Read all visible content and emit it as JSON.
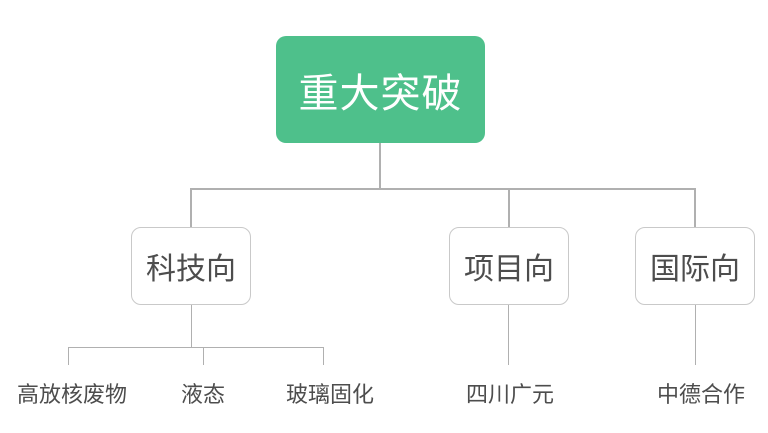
{
  "root": {
    "label": "重大突破"
  },
  "branches": [
    {
      "label": "科技向",
      "children": [
        {
          "label": "高放核废物"
        },
        {
          "label": "液态"
        },
        {
          "label": "玻璃固化"
        }
      ]
    },
    {
      "label": "项目向",
      "children": [
        {
          "label": "四川广元"
        }
      ]
    },
    {
      "label": "国际向",
      "children": [
        {
          "label": "中德合作"
        }
      ]
    }
  ],
  "colors": {
    "background": "#ffffff",
    "root_node_bg": "#4ec08b",
    "root_node_text": "#ffffff",
    "branch_node_bg": "#ffffff",
    "branch_node_border": "#c9c9c9",
    "node_text": "#4d4d4d",
    "connector": "#b0b0b0"
  }
}
